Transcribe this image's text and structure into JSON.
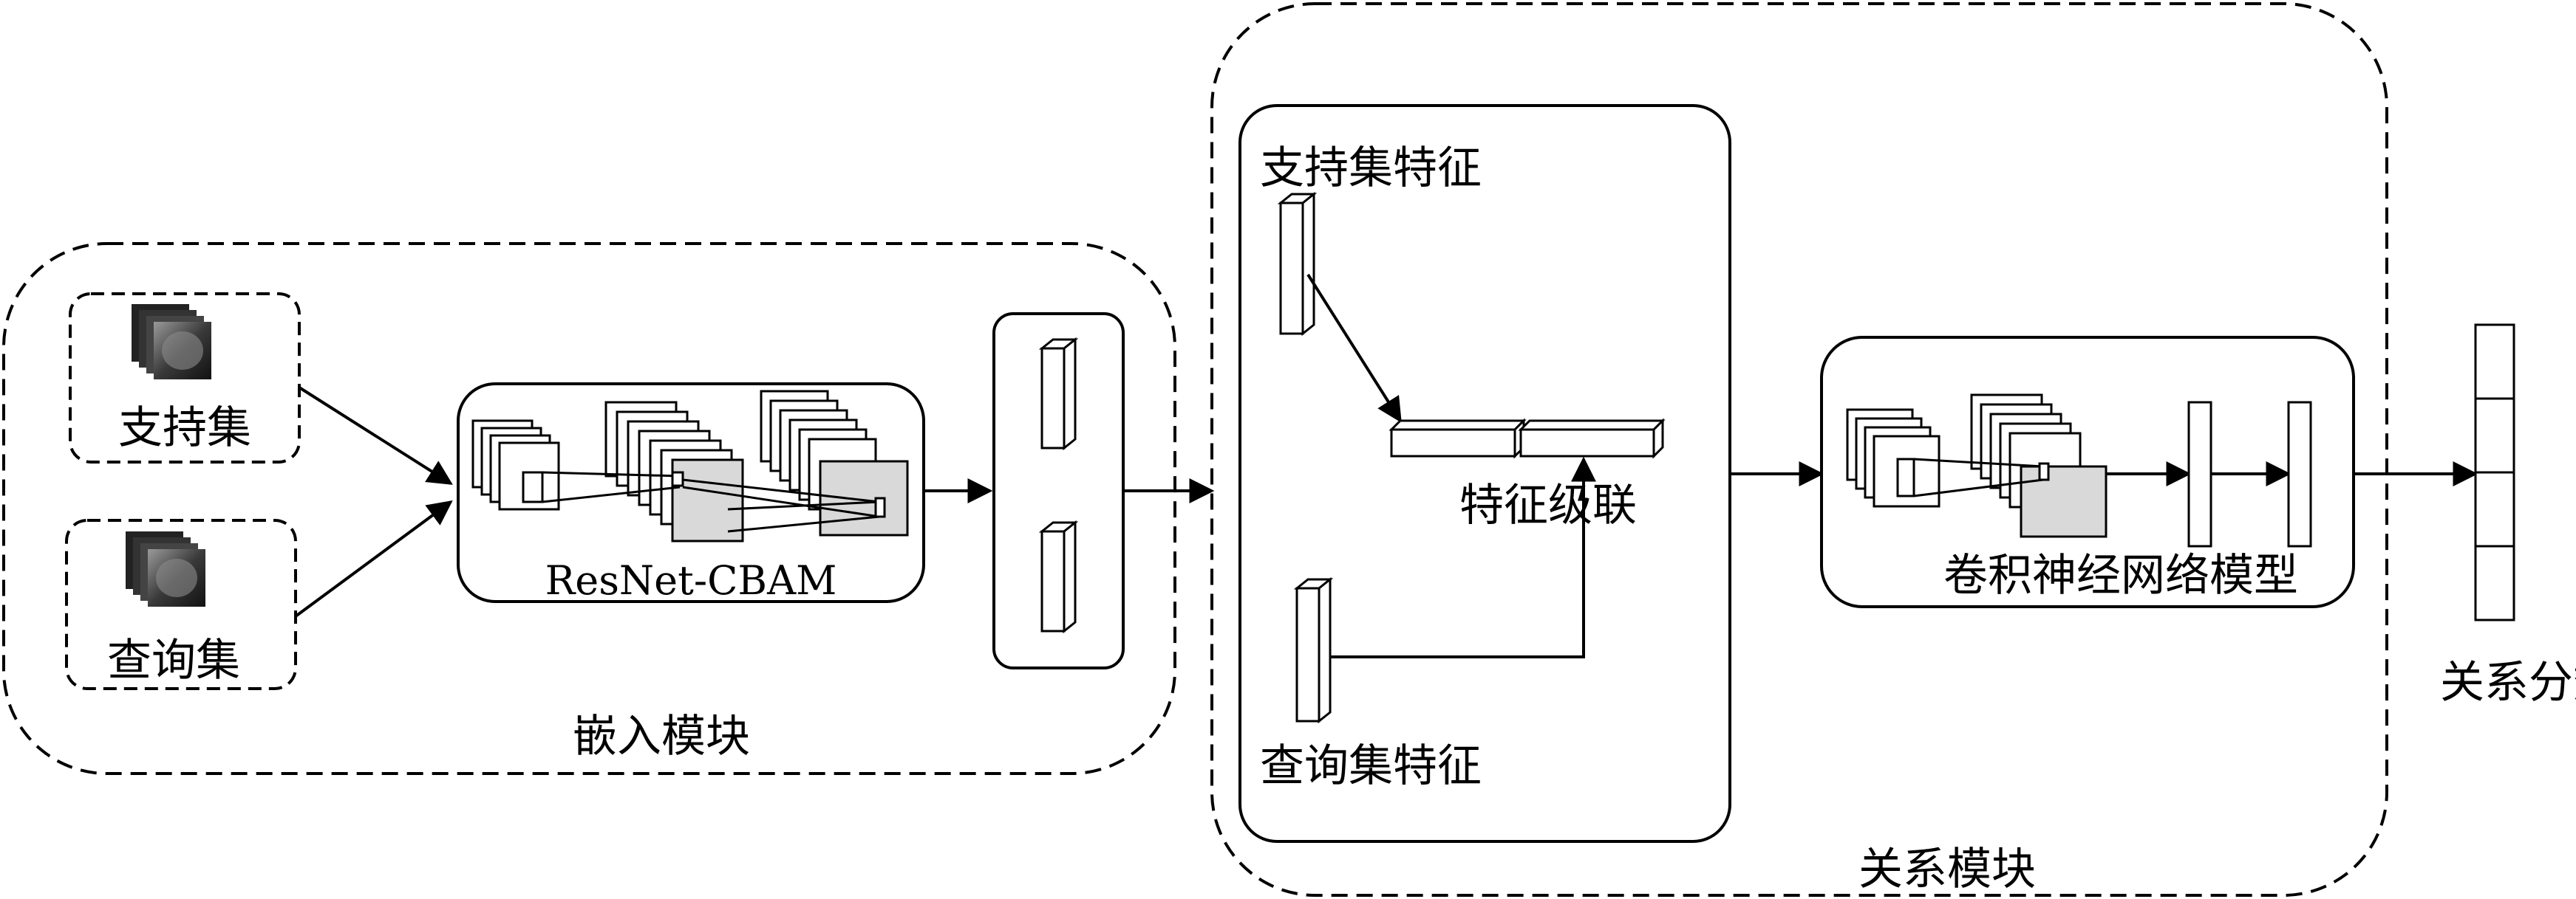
{
  "embedding_module": {
    "title": "嵌入模块",
    "support_set_label": "支持集",
    "query_set_label": "查询集",
    "backbone_label": "ResNet-CBAM"
  },
  "relation_module": {
    "title": "关系模块",
    "support_feature_label": "支持集特征",
    "query_feature_label": "查询集特征",
    "concat_label": "特征级联",
    "cnn_label": "卷积神经网络模型"
  },
  "output": {
    "score_label": "关系分数"
  }
}
